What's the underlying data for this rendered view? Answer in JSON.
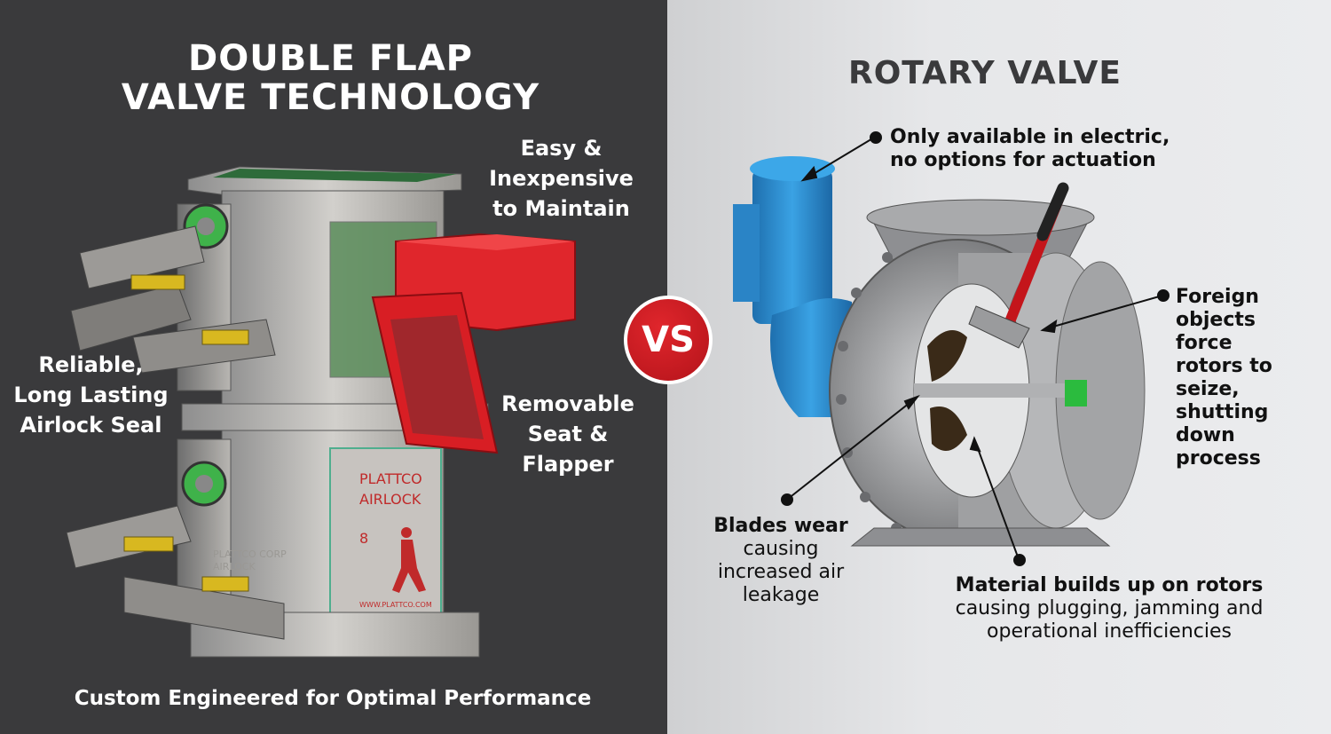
{
  "left": {
    "title_line1": "DOUBLE FLAP",
    "title_line2": "VALVE TECHNOLOGY",
    "callout_maintain": [
      "Easy &",
      "Inexpensive",
      "to Maintain"
    ],
    "callout_seal": [
      "Reliable,",
      "Long Lasting",
      "Airlock Seal"
    ],
    "callout_removable": [
      "Removable",
      "Seat &",
      "Flapper"
    ],
    "footer": "Custom Engineered for Optimal Performance",
    "plate_text": [
      "PLATTCO",
      "AIRLOCK",
      "8"
    ],
    "plate_url": "WWW.PLATTCO.COM",
    "body_text": [
      "PLATTCO CORP",
      "AIRLOCK"
    ]
  },
  "vs_badge": "VS",
  "right": {
    "title": "ROTARY VALVE",
    "callout_electric": [
      "Only available in electric,",
      "no options for actuation"
    ],
    "callout_foreign": [
      "Foreign",
      "objects",
      "force",
      "rotors to",
      "seize,",
      "shutting",
      "down",
      "process"
    ],
    "callout_blades_bold": "Blades wear",
    "callout_blades": [
      "causing",
      "increased air",
      "leakage"
    ],
    "callout_material_bold": "Material builds up on rotors",
    "callout_material": [
      "causing plugging, jamming and",
      "operational inefficiencies"
    ]
  },
  "colors": {
    "left_bg": "#3a3a3c",
    "right_bg": "#e6e7e9",
    "vs_red": "#c8161d",
    "flapper_red": "#e0262c",
    "motor_blue": "#2a8fd0"
  }
}
